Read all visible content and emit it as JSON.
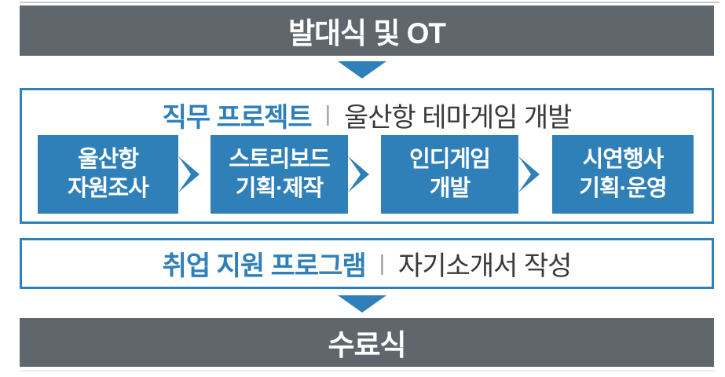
{
  "colors": {
    "slate": "#5f676d",
    "blue": "#2f80b9",
    "text_dark": "#3a3a3a",
    "divider_gray": "#9c9c9c",
    "line_light": "#c9c9c9",
    "line_faint": "#ededed"
  },
  "top_bar": {
    "label": "발대식 및 OT"
  },
  "project": {
    "title": "직무 프로젝트",
    "divider": "|",
    "subtitle": "울산항 테마게임 개발",
    "steps": [
      {
        "line1": "울산항",
        "line2": "자원조사"
      },
      {
        "line1": "스토리보드",
        "line2": "기획·제작"
      },
      {
        "line1": "인디게임",
        "line2": "개발"
      },
      {
        "line1": "시연행사",
        "line2": "기획·운영"
      }
    ]
  },
  "employment": {
    "title": "취업 지원 프로그램",
    "divider": "|",
    "subtitle": "자기소개서 작성"
  },
  "bottom_bar": {
    "label": "수료식"
  },
  "icons": {
    "down_arrow": "blue downward triangle",
    "flow_arrow": "blue right-pointing notched arrow"
  }
}
